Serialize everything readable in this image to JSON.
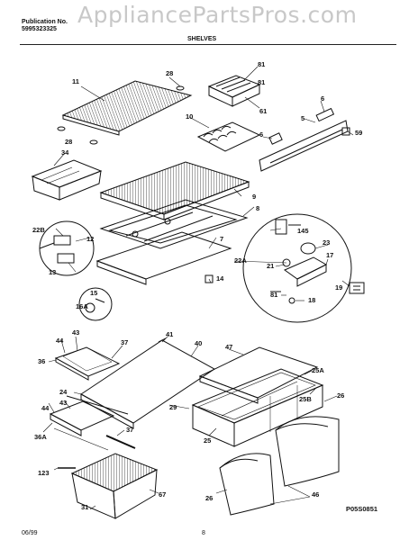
{
  "header": {
    "pub_label": "Publication No.",
    "pub_number": "5995323325",
    "section": "SHELVES",
    "watermark": "AppliancePartsPros.com"
  },
  "labels": {
    "l11": "11",
    "l28a": "28",
    "l28b": "28",
    "l81a": "81",
    "l81b": "81",
    "l81c": "81",
    "l61": "61",
    "l6a": "6",
    "l6b": "6",
    "l5": "5",
    "l59": "59",
    "l10": "10",
    "l34": "34",
    "l9": "9",
    "l8": "8",
    "l22b": "22B",
    "l12": "12",
    "l13": "13",
    "l145": "145",
    "l23": "23",
    "l7": "7",
    "l22a": "22A",
    "l21": "21",
    "l17": "17",
    "l14": "14",
    "l19": "19",
    "l18": "18",
    "l15": "15",
    "l16a": "16A",
    "l44a": "44",
    "l43a": "43",
    "l37a": "37",
    "l41": "41",
    "l40": "40",
    "l36": "36",
    "l47": "47",
    "l25a": "25A",
    "l24": "24",
    "l29": "29",
    "l25b": "25B",
    "l26a": "26",
    "l44b": "44",
    "l43b": "43",
    "l37b": "37",
    "l36a": "36A",
    "l25": "25",
    "l123": "123",
    "l67": "67",
    "l31": "31",
    "l26b": "26",
    "l46": "46"
  },
  "footer": {
    "date": "06/99",
    "page": "8",
    "figure_code": "P05S0851"
  }
}
